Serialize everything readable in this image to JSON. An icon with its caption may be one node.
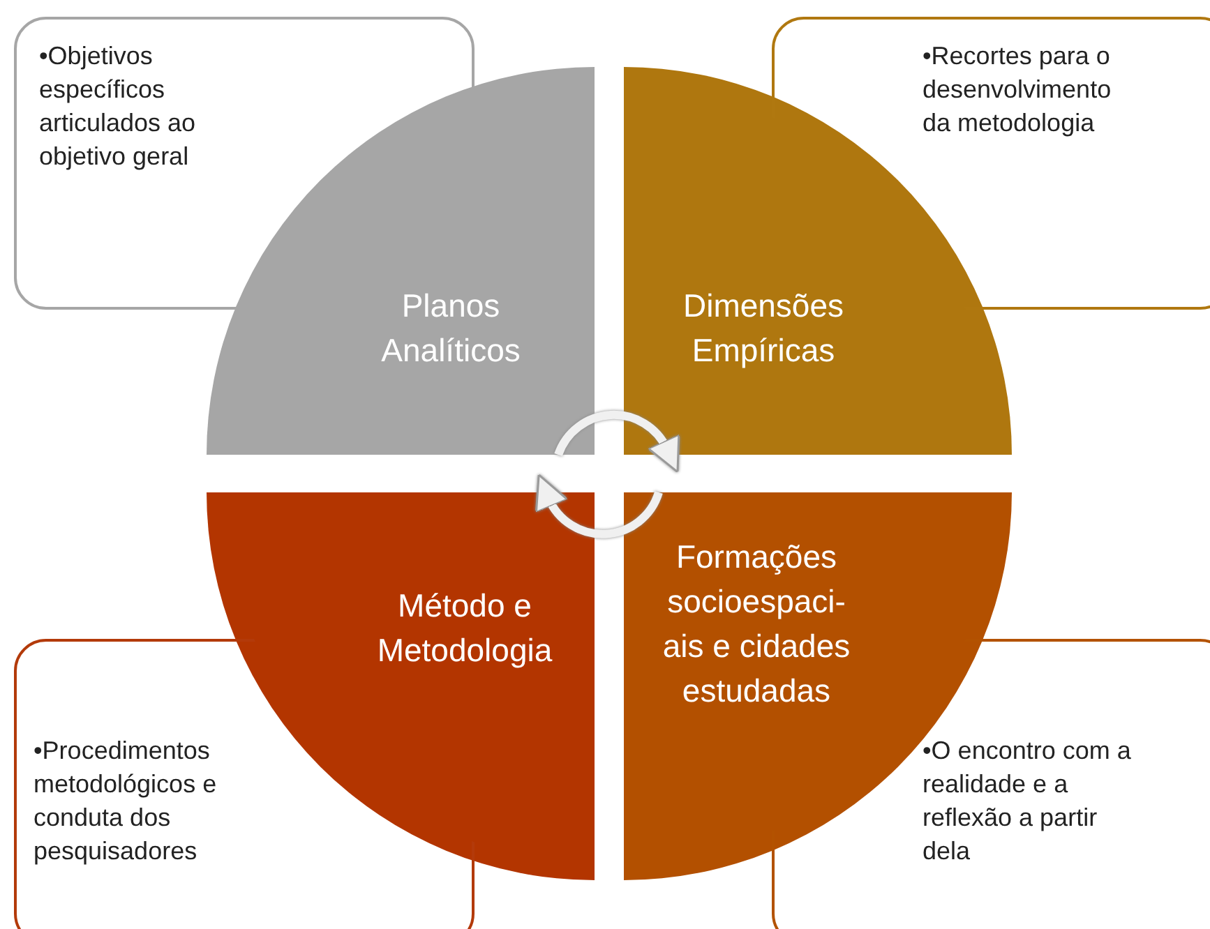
{
  "diagram": {
    "nodes": [
      {
        "text": [
          "•Objetivos específicos articulados ao objetivo geral"
        ]
      },
      {
        "text": [
          "•Recortes para o desenvolvimento da metodologia"
        ]
      },
      {
        "text": [
          "Planos Analíticos"
        ]
      },
      {
        "text": [
          "Dimensões Empíricas"
        ]
      },
      {
        "text": [
          "Método e Metodologia"
        ]
      },
      {
        "text": [
          "Formações socioespaci-ais e cidades estudadas"
        ]
      },
      {
        "text": [
          "•Procedimentos metodológicos e conduta dos pesquisadores"
        ]
      },
      {
        "text": [
          "•O encontro com a realidade e a reflexão a partir dela"
        ]
      }
    ],
    "edges": [
      {
        "from": 2,
        "to": 3,
        "arrow": "to"
      },
      {
        "from": 5,
        "to": 4,
        "arrow": "to"
      }
    ]
  }
}
